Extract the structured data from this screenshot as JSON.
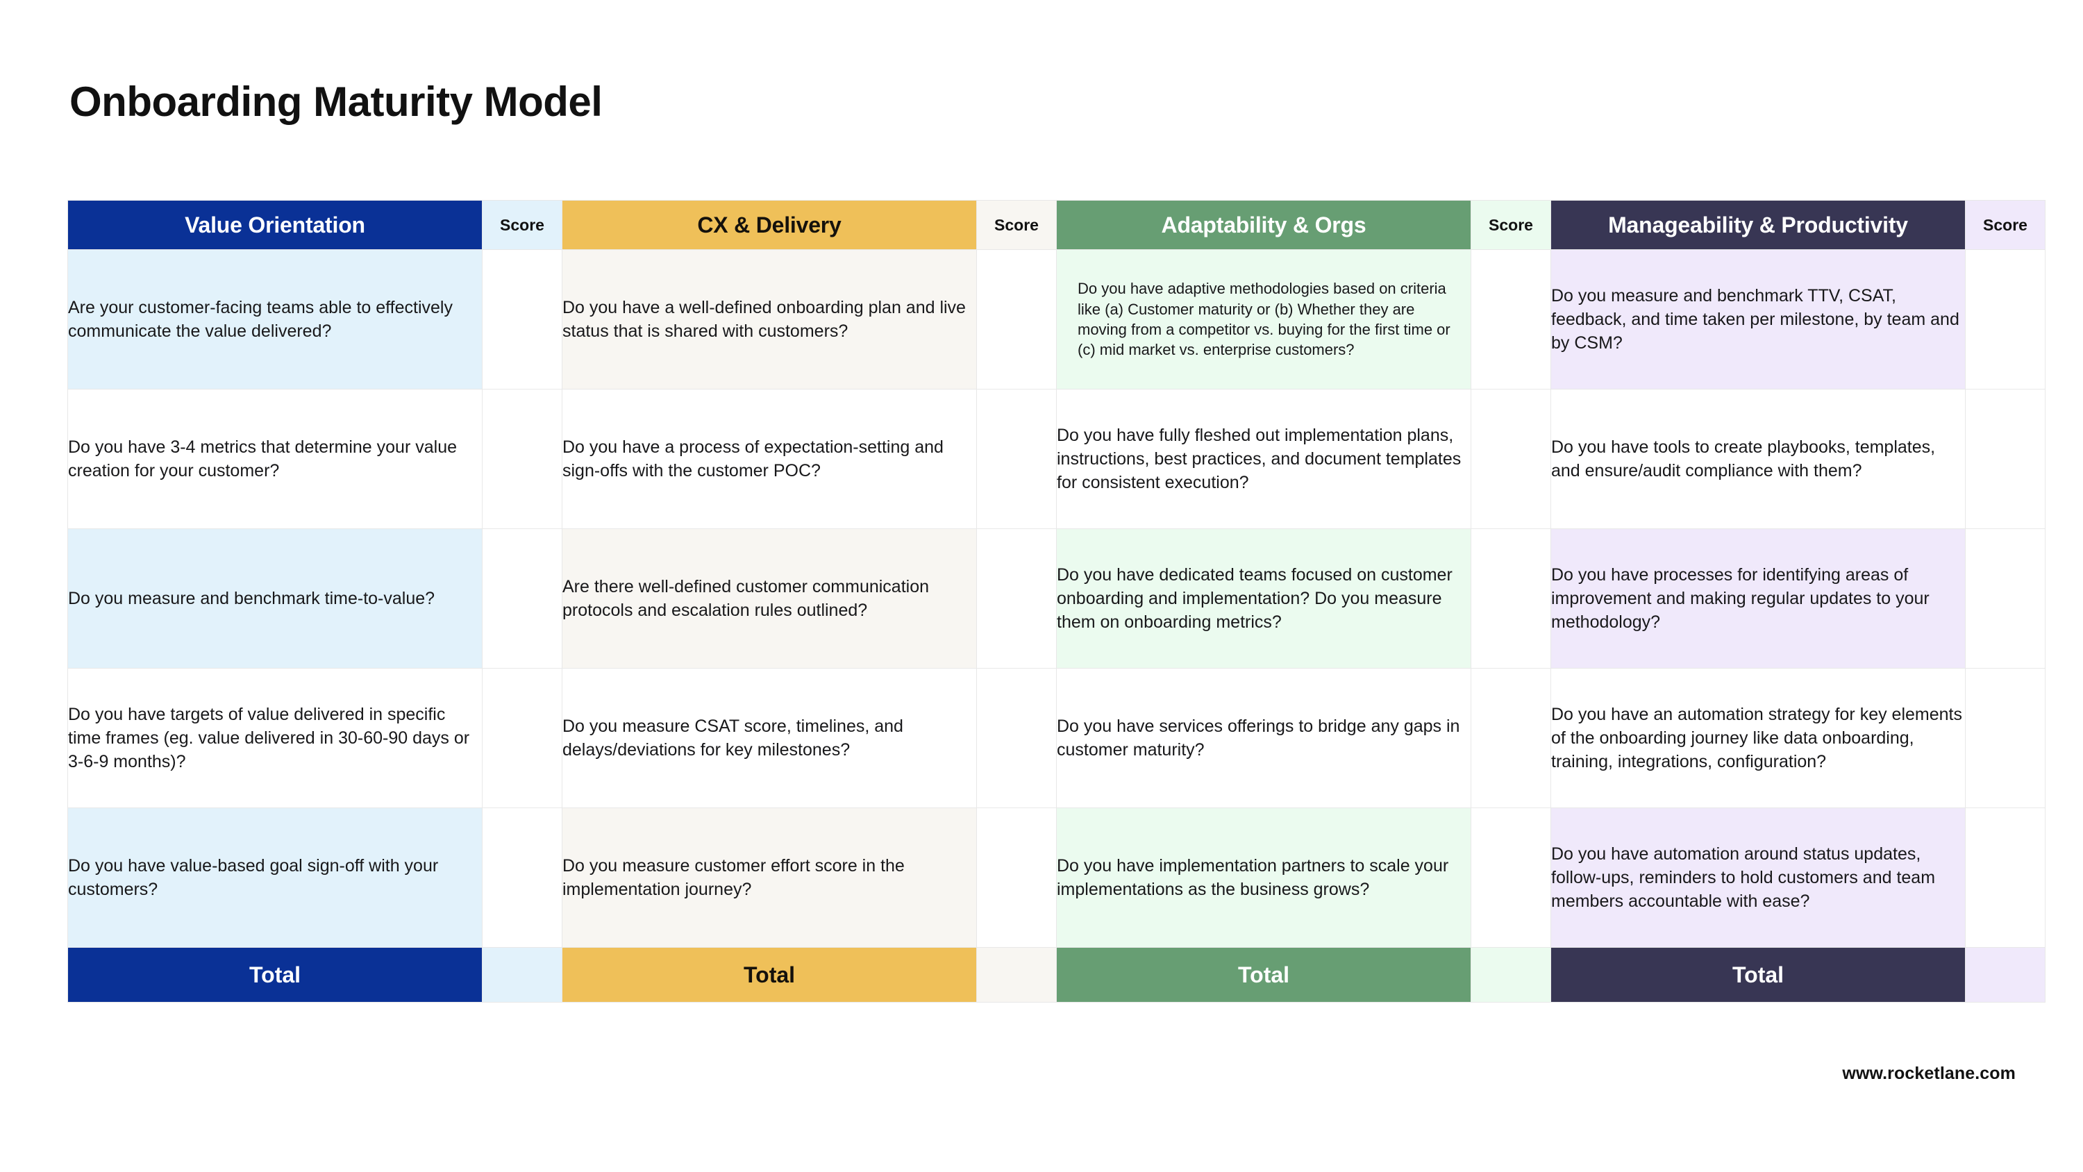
{
  "page": {
    "title": "Onboarding Maturity Model",
    "footer": "www.rocketlane.com"
  },
  "score_header_label": "Score",
  "total_label": "Total",
  "colors": {
    "value_orientation": "#0a3196",
    "cx_delivery": "#efc059",
    "adaptability_orgs": "#679e73",
    "manageability_productivity": "#383654",
    "score_tint_blue": "#e2f2fb",
    "score_tint_yellow": "#f8f6f2",
    "score_tint_green": "#ebfbef",
    "score_tint_navy": "#f0e9fb"
  },
  "columns": [
    {
      "id": "value-orientation",
      "header": "Value Orientation",
      "score_header": "Score",
      "total": "Total",
      "questions": [
        "Are your customer-facing teams able to effectively communicate the value delivered?",
        "Do you have 3-4 metrics that determine your value creation for your customer?",
        "Do you measure and benchmark time-to-value?",
        "Do you have targets of value delivered in specific time frames (eg. value delivered in 30-60-90 days or 3-6-9 months)?",
        "Do you have value-based goal sign-off with your customers?"
      ]
    },
    {
      "id": "cx-delivery",
      "header": "CX & Delivery",
      "score_header": "Score",
      "total": "Total",
      "questions": [
        "Do you have a well-defined onboarding plan and live status that is shared with customers?",
        "Do you have a process of expectation-setting and sign-offs with the customer POC?",
        "Are there well-defined customer communication protocols and escalation rules outlined?",
        "Do you measure CSAT score, timelines, and delays/deviations for key milestones?",
        "Do you measure customer effort score in the implementation journey?"
      ]
    },
    {
      "id": "adaptability-orgs",
      "header": "Adaptability & Orgs",
      "score_header": "Score",
      "total": "Total",
      "questions": [
        "Do you have adaptive methodologies based on criteria like (a) Customer maturity or (b) Whether they are moving from a competitor vs. buying for the first time or (c) mid market vs. enterprise customers?",
        "Do you have fully fleshed out implementation plans, instructions, best practices, and document templates for consistent execution?",
        "Do you have dedicated teams focused on customer onboarding and implementation? Do you measure them on onboarding metrics?",
        "Do you have services offerings to bridge any gaps in customer maturity?",
        "Do you have implementation partners to scale your implementations as the business grows?"
      ]
    },
    {
      "id": "manageability-productivity",
      "header": "Manageability & Productivity",
      "score_header": "Score",
      "total": "Total",
      "questions": [
        "Do you measure and benchmark TTV, CSAT, feedback, and time taken per milestone, by team and by CSM?",
        "Do you have tools to create playbooks, templates, and ensure/audit compliance with them?",
        "Do you have processes for identifying areas of improvement and making regular updates to your methodology?",
        "Do you have an automation strategy for key elements of the onboarding journey like data onboarding, training, integrations, configuration?",
        "Do you have automation around status updates, follow-ups, reminders to hold customers and team members accountable with ease?"
      ]
    }
  ]
}
